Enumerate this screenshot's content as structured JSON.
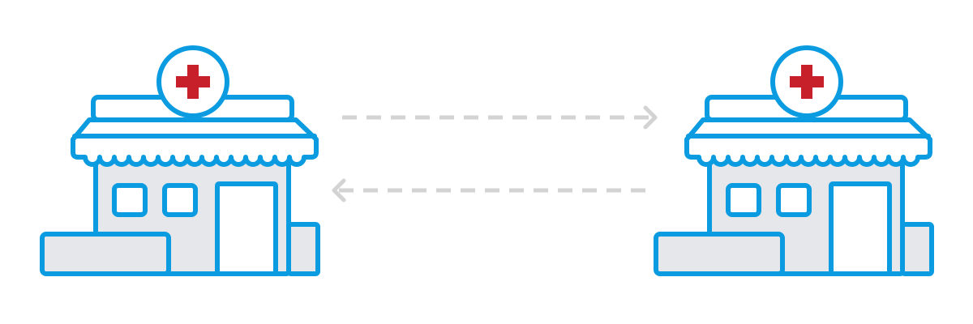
{
  "diagram": {
    "nodes": [
      {
        "id": "pharmacy-left",
        "icon": "pharmacy-icon",
        "cross_icon": "medical-cross-icon"
      },
      {
        "id": "pharmacy-right",
        "icon": "pharmacy-icon",
        "cross_icon": "medical-cross-icon"
      }
    ],
    "edges": [
      {
        "from": "pharmacy-left",
        "to": "pharmacy-right",
        "style": "dashed",
        "arrow": "chevron-right-icon"
      },
      {
        "from": "pharmacy-right",
        "to": "pharmacy-left",
        "style": "dashed",
        "arrow": "chevron-left-icon"
      }
    ]
  },
  "colors": {
    "outline": "#0B9BE0",
    "fill": "#E6E7EA",
    "door": "#FFFFFF",
    "awning": "#FFFFFF",
    "cross": "#C8202B",
    "arrow": "#D3D3D3"
  }
}
